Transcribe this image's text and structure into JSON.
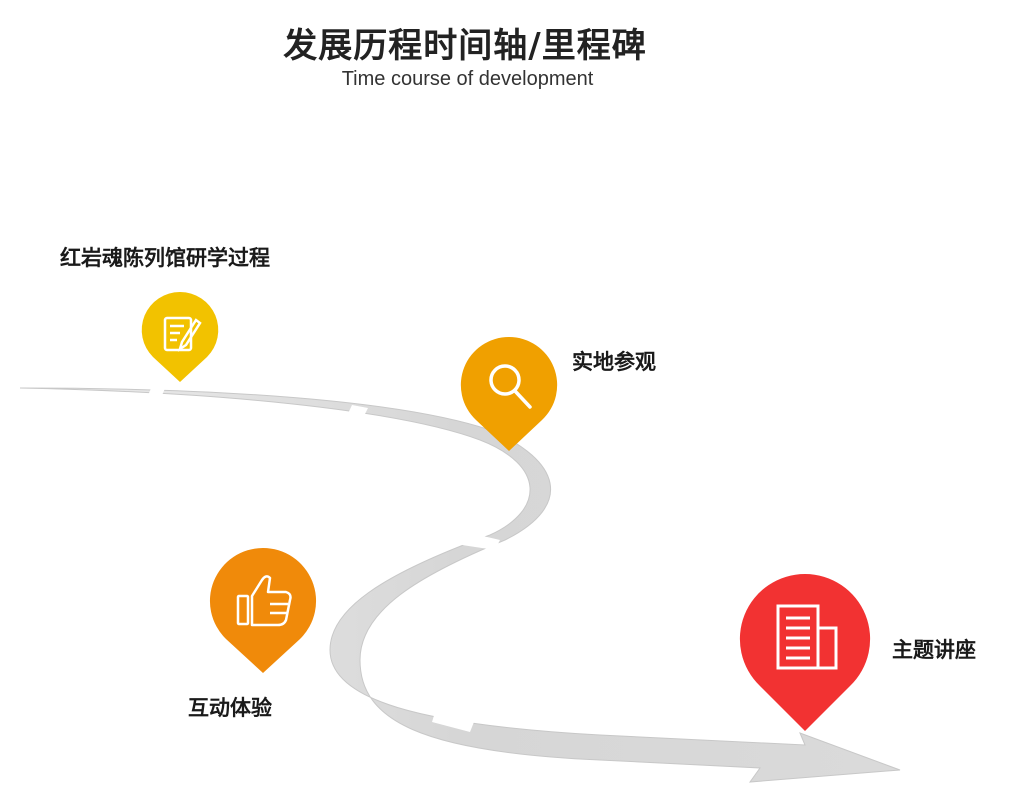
{
  "header": {
    "title": "发展历程时间轴/里程碑",
    "subtitle": "Time course of development"
  },
  "milestones": [
    {
      "label": "红岩魂陈列馆研学过程",
      "icon": "document-edit-icon",
      "color": "#F2C200"
    },
    {
      "label": "实地参观",
      "icon": "search-icon",
      "color": "#F0A000"
    },
    {
      "label": "互动体验",
      "icon": "thumbs-up-icon",
      "color": "#F08A0A"
    },
    {
      "label": "主题讲座",
      "icon": "report-icon",
      "color": "#F23232"
    }
  ],
  "colors": {
    "road": "#D9D9D9",
    "road_shadow": "#BDBDBD"
  }
}
